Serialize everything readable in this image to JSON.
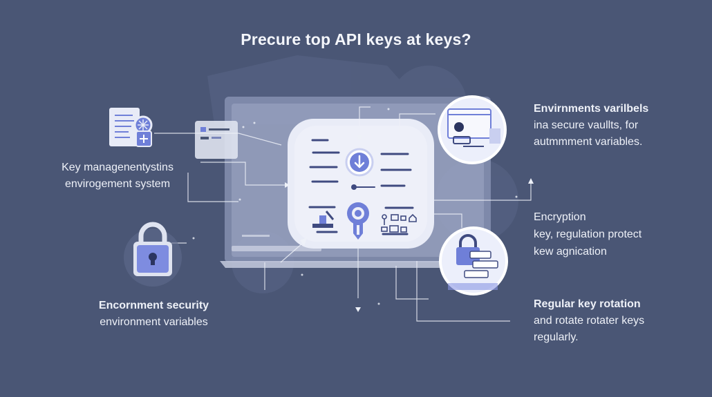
{
  "title": "Precure top API keys at keys?",
  "left_labels": [
    {
      "lines": [
        "Key managenentystins",
        "envirogement system"
      ]
    },
    {
      "heading": "Encornment security",
      "lines": [
        "environment variables"
      ]
    }
  ],
  "right_labels": [
    {
      "heading": "Envirnments varilbels",
      "lines": [
        "ina secure vaullts, for",
        "autmmment variables."
      ]
    },
    {
      "lines": [
        "Encryption",
        "key, regulation protect",
        "kew agnication"
      ]
    },
    {
      "heading": "Regular key rotation",
      "lines": [
        "and rotate rotater keys",
        "regularly."
      ]
    }
  ],
  "icons": [
    "document-settings-icon",
    "padlock-icon",
    "laptop-icon",
    "download-icon",
    "key-icon",
    "browser-window-icon",
    "lock-card-icon"
  ],
  "colors": {
    "background": "#4a5675",
    "accent": "#6f7fd8",
    "panel": "#e9ecf7",
    "line": "#3f4a80"
  }
}
